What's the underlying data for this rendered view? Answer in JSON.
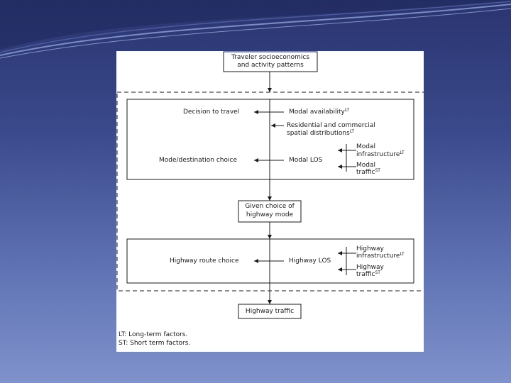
{
  "diagram": {
    "top_box": [
      "Traveler socioeconomics",
      "and activity patterns"
    ],
    "upper_panel": {
      "decision_to_travel": "Decision to travel",
      "modal_availability": "Modal availability",
      "modal_availability_sup": "LT",
      "residential": [
        "Residential and commercial",
        "spatial distributions"
      ],
      "residential_sup": "LT",
      "mode_destination_choice": "Mode/destination choice",
      "modal_los": "Modal LOS",
      "modal_infrastructure": [
        "Modal",
        "infrastructure"
      ],
      "modal_infrastructure_sup": "LT",
      "modal_traffic": [
        "Modal",
        "traffic"
      ],
      "modal_traffic_sup": "ST"
    },
    "middle_box": [
      "Given choice of",
      "highway mode"
    ],
    "lower_panel": {
      "highway_route_choice": "Highway route choice",
      "highway_los": "Highway LOS",
      "highway_infrastructure": [
        "Highway",
        "infrastructure"
      ],
      "highway_infrastructure_sup": "LT",
      "highway_traffic": [
        "Highway",
        "traffic"
      ],
      "highway_traffic_sup": "ST"
    },
    "bottom_box": "Highway traffic",
    "legend": [
      "LT:  Long-term factors.",
      "ST:  Short term factors."
    ]
  }
}
